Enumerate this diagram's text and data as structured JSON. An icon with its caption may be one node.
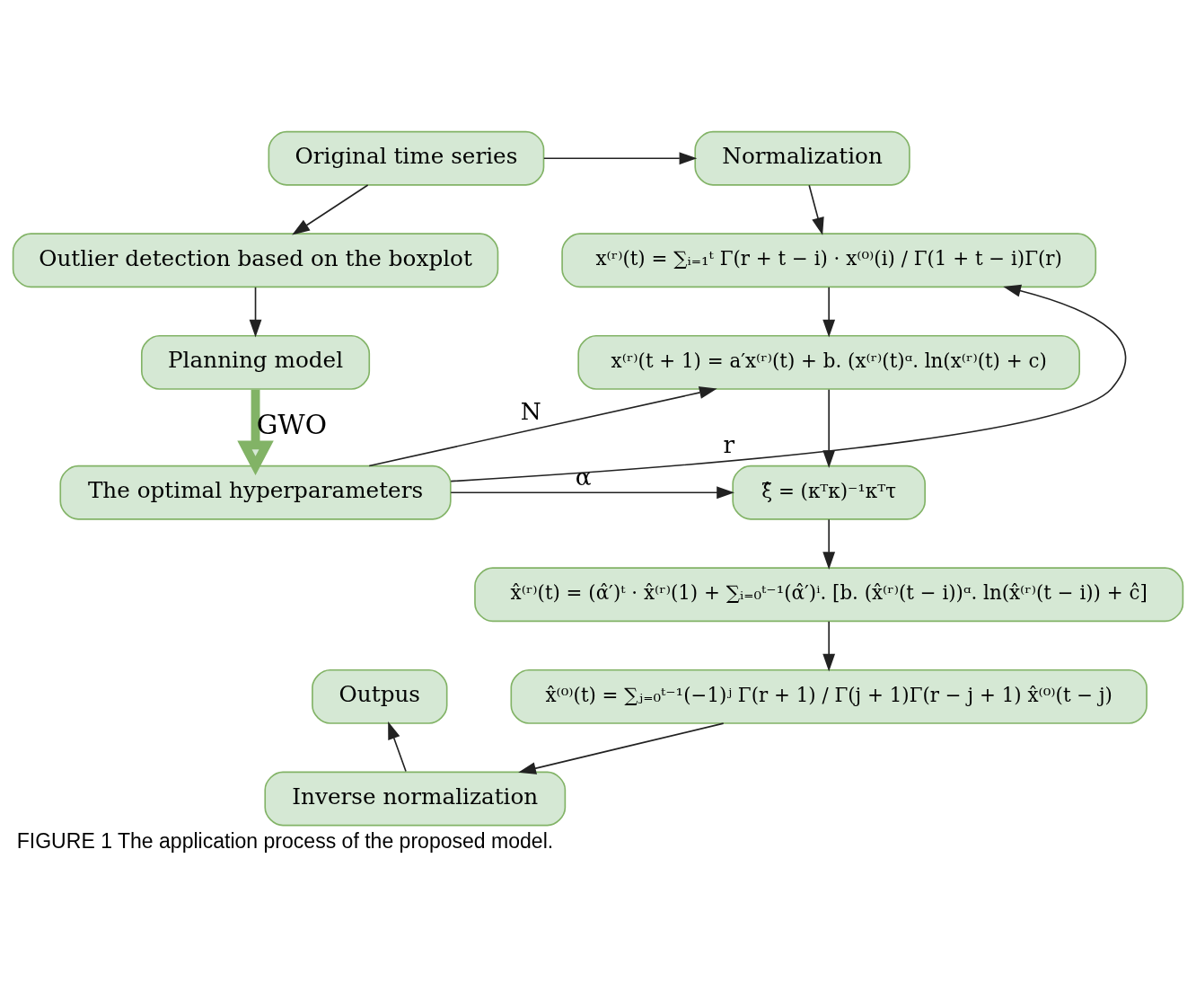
{
  "diagram": {
    "caption": "FIGURE 1 The application process of the proposed model.",
    "nodes": [
      {
        "text": [
          "Original time series"
        ]
      },
      {
        "text": [
          "Normalization"
        ]
      },
      {
        "text": [
          "x⁽ʳ⁾(t) = ∑ᵢ₌₁ᵗ Γ(r + t − i) · x⁽⁰⁾(i) / Γ(1 + t − i)Γ(r)"
        ]
      },
      {
        "text": [
          "Outlier detection based on the boxplot"
        ]
      },
      {
        "text": [
          "x⁽ʳ⁾(t + 1) = a′x⁽ʳ⁾(t) + b. (x⁽ʳ⁾(t)ᵅ. ln(x⁽ʳ⁾(t) + c)"
        ]
      },
      {
        "text": [
          "Planning model"
        ]
      },
      {
        "text": [
          "ξ̂ = (κᵀκ)⁻¹κᵀτ"
        ]
      },
      {
        "text": [
          "The optimal hyperparameters"
        ]
      },
      {
        "text": [
          "x̂⁽ʳ⁾(t) = (α̂′)ᵗ · x̂⁽ʳ⁾(1) + ∑ᵢ₌₀ᵗ⁻¹(α̂′)ⁱ. [b. (x̂⁽ʳ⁾(t − i))ᵅ. ln(x̂⁽ʳ⁾(t − i)) + ĉ]"
        ]
      },
      {
        "text": [
          "x̂⁽⁰⁾(t) = ∑ⱼ₌₀ᵗ⁻¹(−1)ʲ Γ(r + 1) / Γ(j + 1)Γ(r − j + 1) x̂⁽⁰⁾(t − j)"
        ]
      },
      {
        "text": [
          "Outpus"
        ]
      },
      {
        "text": [
          "Inverse normalization"
        ]
      }
    ],
    "edges": [
      {
        "from": 0,
        "to": 1,
        "arrow": "to"
      },
      {
        "from": 0,
        "to": 3,
        "arrow": "to"
      },
      {
        "from": 1,
        "to": 2,
        "arrow": "to"
      },
      {
        "from": 3,
        "to": 5,
        "arrow": "to"
      },
      {
        "from": 2,
        "to": 4,
        "arrow": "to"
      },
      {
        "from": 5,
        "to": 7,
        "arrow": "to",
        "label": "GWO",
        "style": "thick",
        "color": "#82b366"
      },
      {
        "from": 7,
        "to": 2,
        "arrow": "to",
        "label": "r"
      },
      {
        "from": 7,
        "to": 4,
        "arrow": "to",
        "label": "N"
      },
      {
        "from": 7,
        "to": 6,
        "arrow": "to",
        "label": "α"
      },
      {
        "from": 4,
        "to": 6,
        "arrow": "to"
      },
      {
        "from": 6,
        "to": 8,
        "arrow": "to"
      },
      {
        "from": 8,
        "to": 9,
        "arrow": "to"
      },
      {
        "from": 9,
        "to": 11,
        "arrow": "to"
      },
      {
        "from": 11,
        "to": 10,
        "arrow": "to"
      }
    ]
  }
}
